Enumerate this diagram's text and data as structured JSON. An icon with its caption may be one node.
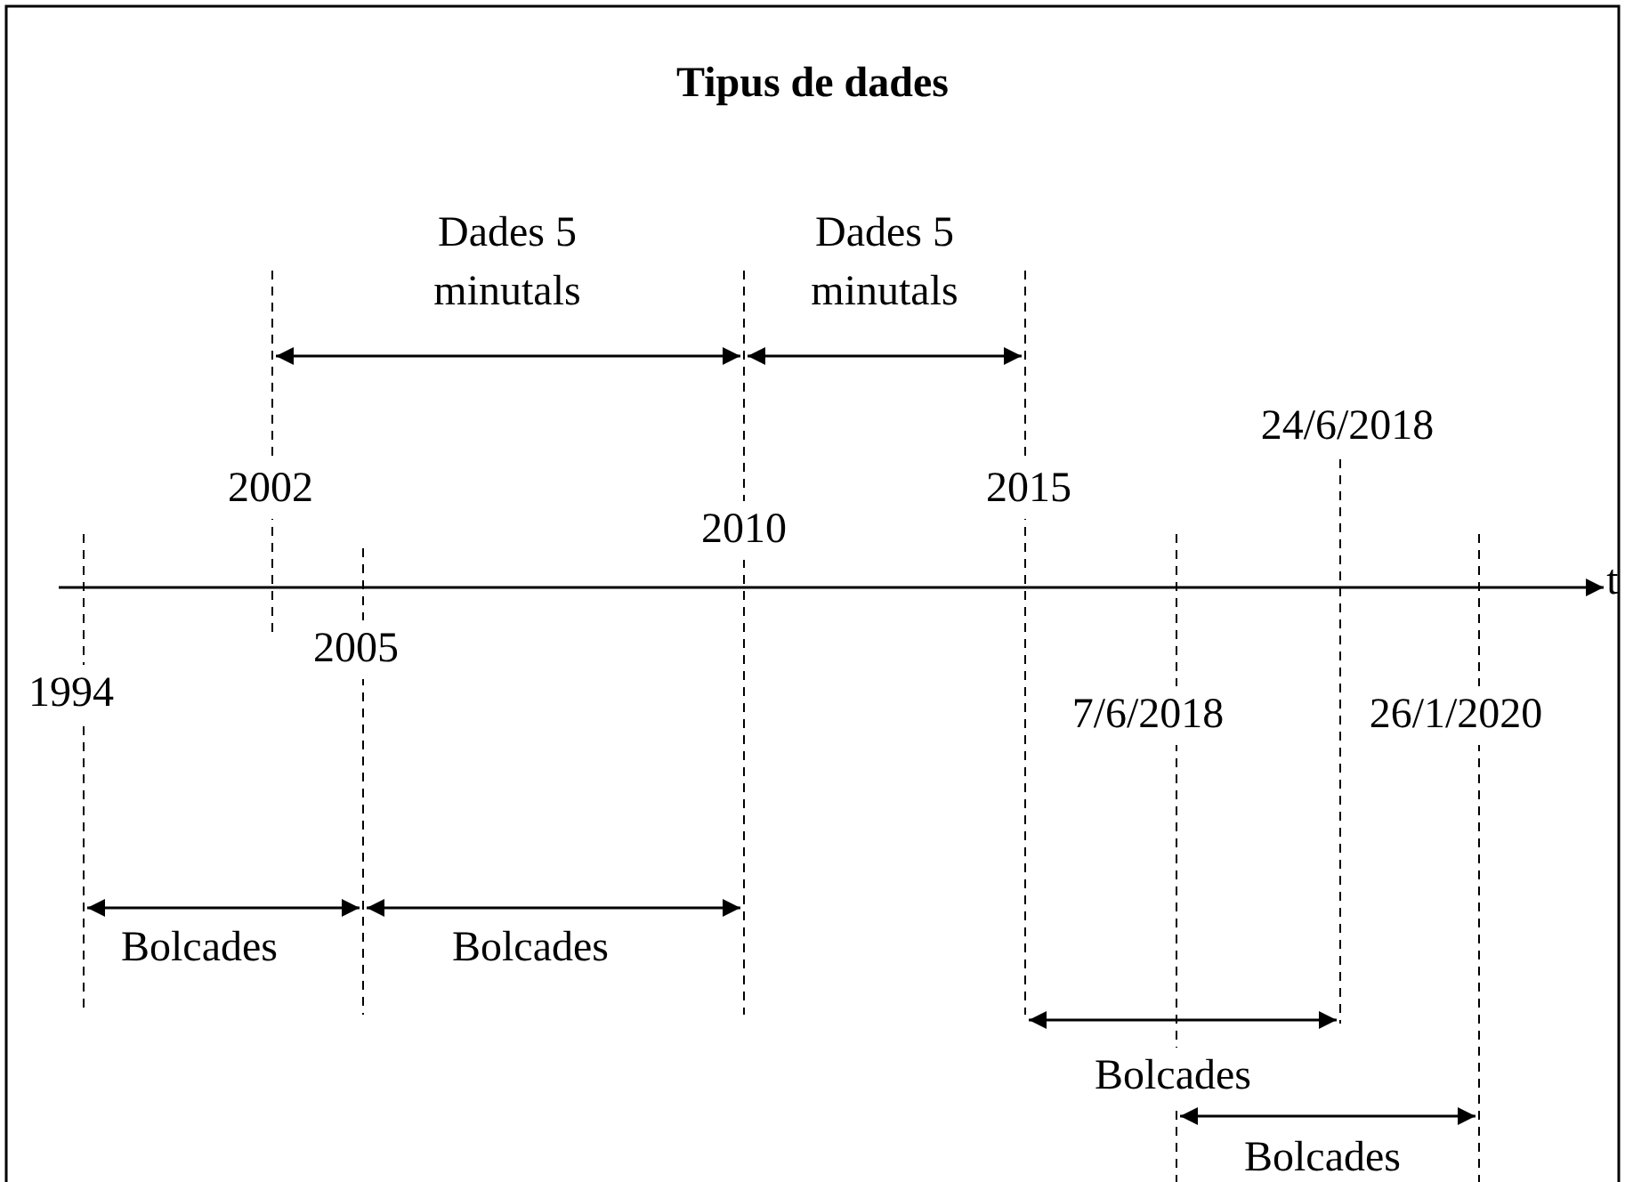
{
  "diagram": {
    "title": "Tipus de dades",
    "labels": [
      "Dades 5 minutals",
      "Dades 5 minutals",
      "2002",
      "24/6/2018",
      "2010",
      "2015",
      "t",
      "2005",
      "1994",
      "7/6/2018",
      "26/1/2020",
      "Bolcades",
      "Bolcades",
      "Bolcades",
      "Bolcades"
    ]
  }
}
